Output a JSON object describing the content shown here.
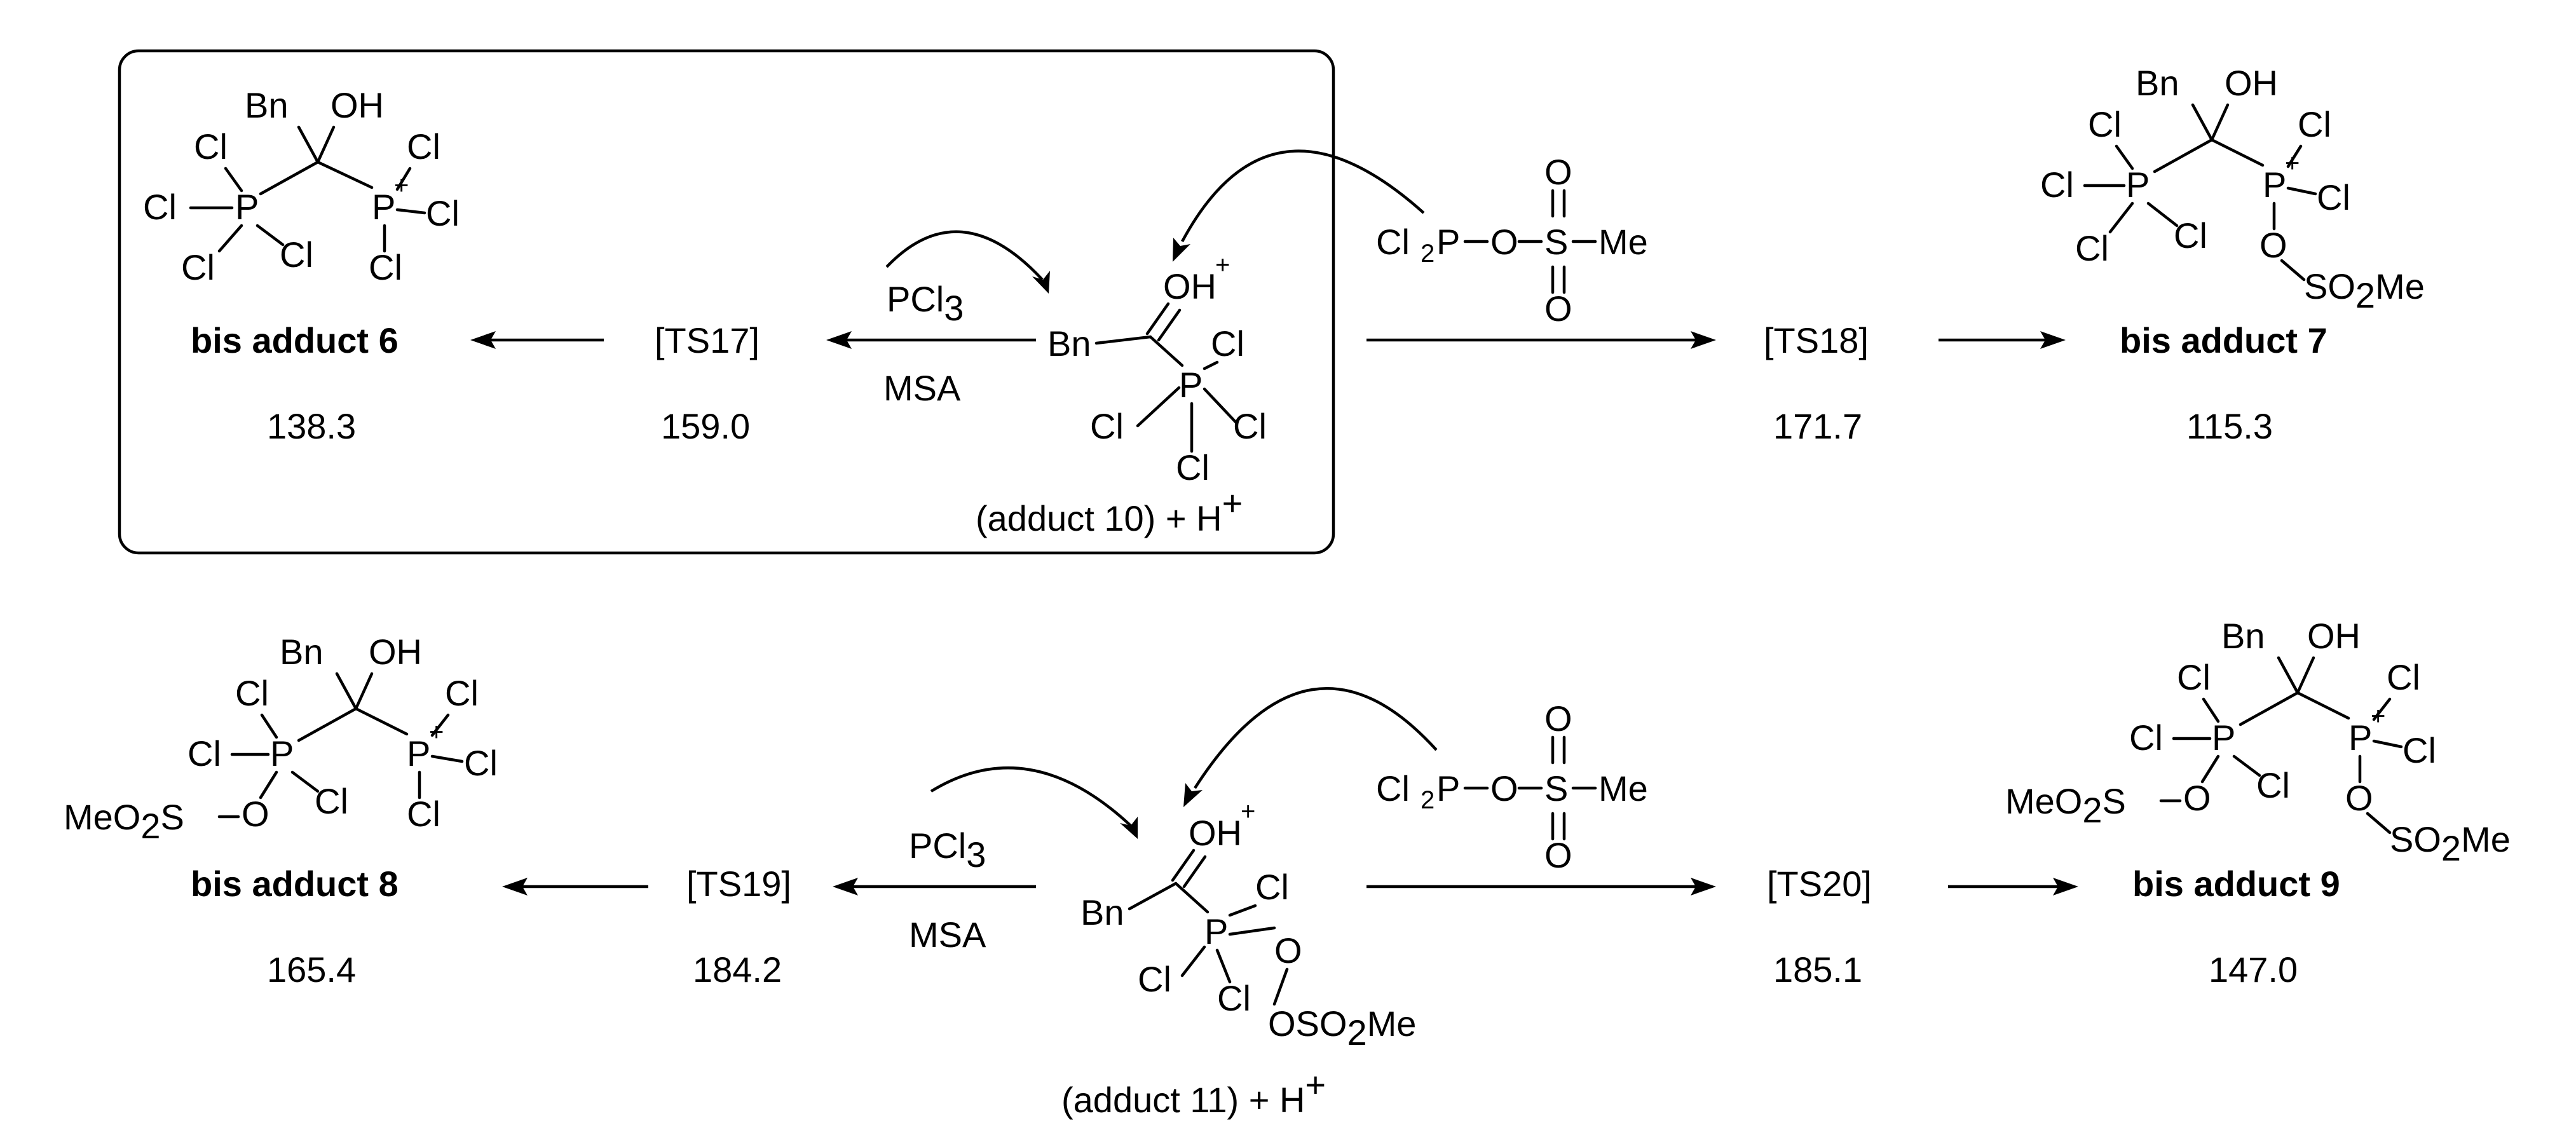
{
  "top": {
    "bis6": {
      "label": "bis adduct 6",
      "energy": "138.3"
    },
    "ts17": {
      "label": "[TS17]",
      "energy": "159.0"
    },
    "reagent_left": {
      "pcl3": "PCl",
      "pcl3_sub": "3",
      "msa": "MSA"
    },
    "adduct10": {
      "paren_open": "(",
      "name": "adduct 10",
      "paren_close": ") + H",
      "charge": "+"
    },
    "reagent_right": {
      "p": "Cl",
      "p_sub": "2",
      "p_rest": "P–O–S–Me"
    },
    "ts18": {
      "label": "[TS18]",
      "energy": "171.7"
    },
    "bis7": {
      "label": "bis adduct 7",
      "energy": "115.3"
    }
  },
  "bottom": {
    "bis8": {
      "label": "bis adduct 8",
      "energy": "165.4"
    },
    "ts19": {
      "label": "[TS19]",
      "energy": "184.2"
    },
    "reagent_left": {
      "pcl3": "PCl",
      "pcl3_sub": "3",
      "msa": "MSA"
    },
    "adduct11": {
      "paren_open": "(",
      "name": "adduct 11",
      "paren_close": ") + H",
      "charge": "+"
    },
    "ts20": {
      "label": "[TS20]",
      "energy": "185.1"
    },
    "bis9": {
      "label": "bis adduct 9",
      "energy": "147.0"
    }
  },
  "atoms": {
    "Bn": "Bn",
    "OH": "OH",
    "Cl": "Cl",
    "P": "P",
    "O": "O",
    "S": "S",
    "Me": "Me",
    "plus": "+",
    "OHplus": "OH",
    "SO2Me_a": "SO",
    "SO2Me_b": "2",
    "SO2Me_c": "Me",
    "MeO2S_a": "MeO",
    "MeO2S_b": "2",
    "MeO2S_c": "S",
    "OSO2Me_a": "OSO"
  }
}
